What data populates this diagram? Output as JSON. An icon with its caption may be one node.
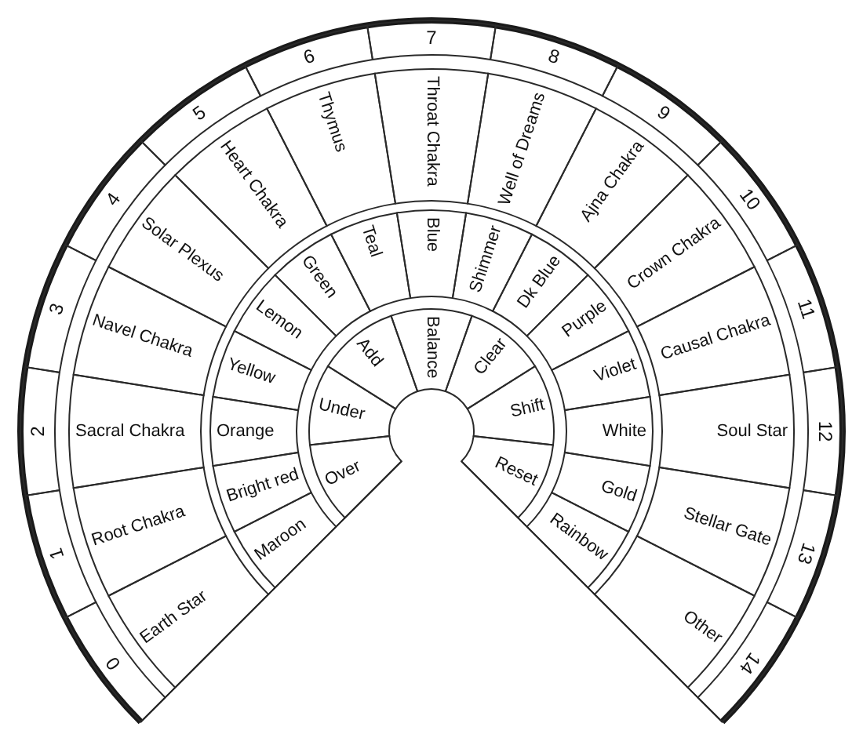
{
  "diagram": {
    "nodes": [
      {
        "text": [
          "0"
        ]
      },
      {
        "text": [
          "1"
        ]
      },
      {
        "text": [
          "2"
        ]
      },
      {
        "text": [
          "3"
        ]
      },
      {
        "text": [
          "4"
        ]
      },
      {
        "text": [
          "5"
        ]
      },
      {
        "text": [
          "6"
        ]
      },
      {
        "text": [
          "7"
        ]
      },
      {
        "text": [
          "8"
        ]
      },
      {
        "text": [
          "9"
        ]
      },
      {
        "text": [
          "10"
        ]
      },
      {
        "text": [
          "11"
        ]
      },
      {
        "text": [
          "12"
        ]
      },
      {
        "text": [
          "13"
        ]
      },
      {
        "text": [
          "14"
        ]
      },
      {
        "text": [
          "Earth Star"
        ]
      },
      {
        "text": [
          "Root Chakra"
        ]
      },
      {
        "text": [
          "Sacral Chakra"
        ]
      },
      {
        "text": [
          "Navel Chakra"
        ]
      },
      {
        "text": [
          "Solar Plexus"
        ]
      },
      {
        "text": [
          "Heart Chakra"
        ]
      },
      {
        "text": [
          "Thymus"
        ]
      },
      {
        "text": [
          "Throat Chakra"
        ]
      },
      {
        "text": [
          "Well of Dreams"
        ]
      },
      {
        "text": [
          "Ajna Chakra"
        ]
      },
      {
        "text": [
          "Crown Chakra"
        ]
      },
      {
        "text": [
          "Causal Chakra"
        ]
      },
      {
        "text": [
          "Soul Star"
        ]
      },
      {
        "text": [
          "Stellar Gate"
        ]
      },
      {
        "text": [
          "Other"
        ]
      },
      {
        "text": [
          "Maroon"
        ]
      },
      {
        "text": [
          "Bright red"
        ]
      },
      {
        "text": [
          "Orange"
        ]
      },
      {
        "text": [
          "Yellow"
        ]
      },
      {
        "text": [
          "Lemon"
        ]
      },
      {
        "text": [
          "Green"
        ]
      },
      {
        "text": [
          "Teal"
        ]
      },
      {
        "text": [
          "Blue"
        ]
      },
      {
        "text": [
          "Shimmer"
        ]
      },
      {
        "text": [
          "Dk Blue"
        ]
      },
      {
        "text": [
          "Purple"
        ]
      },
      {
        "text": [
          "Violet"
        ]
      },
      {
        "text": [
          "White"
        ]
      },
      {
        "text": [
          "Gold"
        ]
      },
      {
        "text": [
          "Rainbow"
        ]
      },
      {
        "text": [
          "Over"
        ]
      },
      {
        "text": [
          "Under"
        ]
      },
      {
        "text": [
          "Add"
        ]
      },
      {
        "text": [
          "Balance"
        ]
      },
      {
        "text": [
          "Clear"
        ]
      },
      {
        "text": [
          "Shift"
        ]
      },
      {
        "text": [
          "Reset"
        ]
      }
    ]
  }
}
